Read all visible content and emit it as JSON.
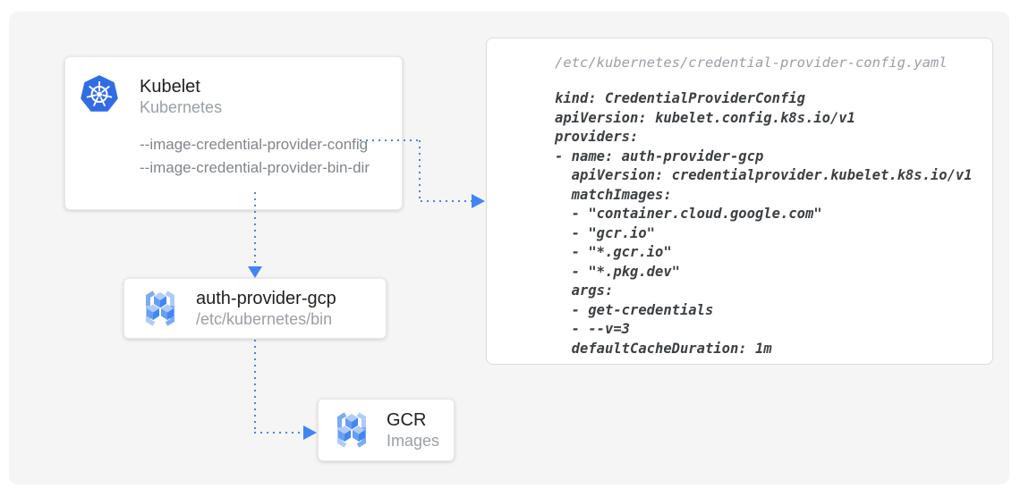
{
  "colors": {
    "accent": "#4285f4",
    "arrow": "#4a84ee",
    "k8s_blue": "#326ce5",
    "icon_blue_dark": "#4285f4",
    "icon_blue_mid": "#669df6",
    "icon_blue_light": "#aecbfa",
    "panel_bg": "#f5f5f6",
    "card_bg": "#ffffff",
    "card_border": "#e9e9e9",
    "code_border": "#dadce0",
    "text_primary": "#212121",
    "text_secondary": "#9aa0a6",
    "flag_text": "#80868b",
    "code_text": "#3c4043",
    "code_path_text": "#9aa0a6"
  },
  "nodes": {
    "kubelet": {
      "title": "Kubelet",
      "subtitle": "Kubernetes",
      "icon": "kubernetes-helm-icon",
      "flags": [
        "--image-credential-provider-config",
        "--image-credential-provider-bin-dir"
      ]
    },
    "auth_provider": {
      "title": "auth-provider-gcp",
      "subtitle": "/etc/kubernetes/bin",
      "icon": "container-registry-icon"
    },
    "gcr": {
      "title": "GCR",
      "subtitle": "Images",
      "icon": "container-registry-icon"
    }
  },
  "code_panel": {
    "file_path": "/etc/kubernetes/credential-provider-config.yaml",
    "yaml": "kind: CredentialProviderConfig\napiVersion: kubelet.config.k8s.io/v1\nproviders:\n- name: auth-provider-gcp\n  apiVersion: credentialprovider.kubelet.k8s.io/v1\n  matchImages:\n  - \"container.cloud.google.com\"\n  - \"gcr.io\"\n  - \"*.gcr.io\"\n  - \"*.pkg.dev\"\n  args:\n  - get-credentials\n  - --v=3\n  defaultCacheDuration: 1m"
  },
  "connections": [
    {
      "from": "kubelet --image-credential-provider-config flag",
      "to": "credential-provider-config.yaml panel",
      "style": "dotted-arrow"
    },
    {
      "from": "kubelet",
      "to": "auth-provider-gcp",
      "style": "dotted-arrow"
    },
    {
      "from": "auth-provider-gcp",
      "to": "gcr-images",
      "style": "dotted-arrow"
    }
  ]
}
